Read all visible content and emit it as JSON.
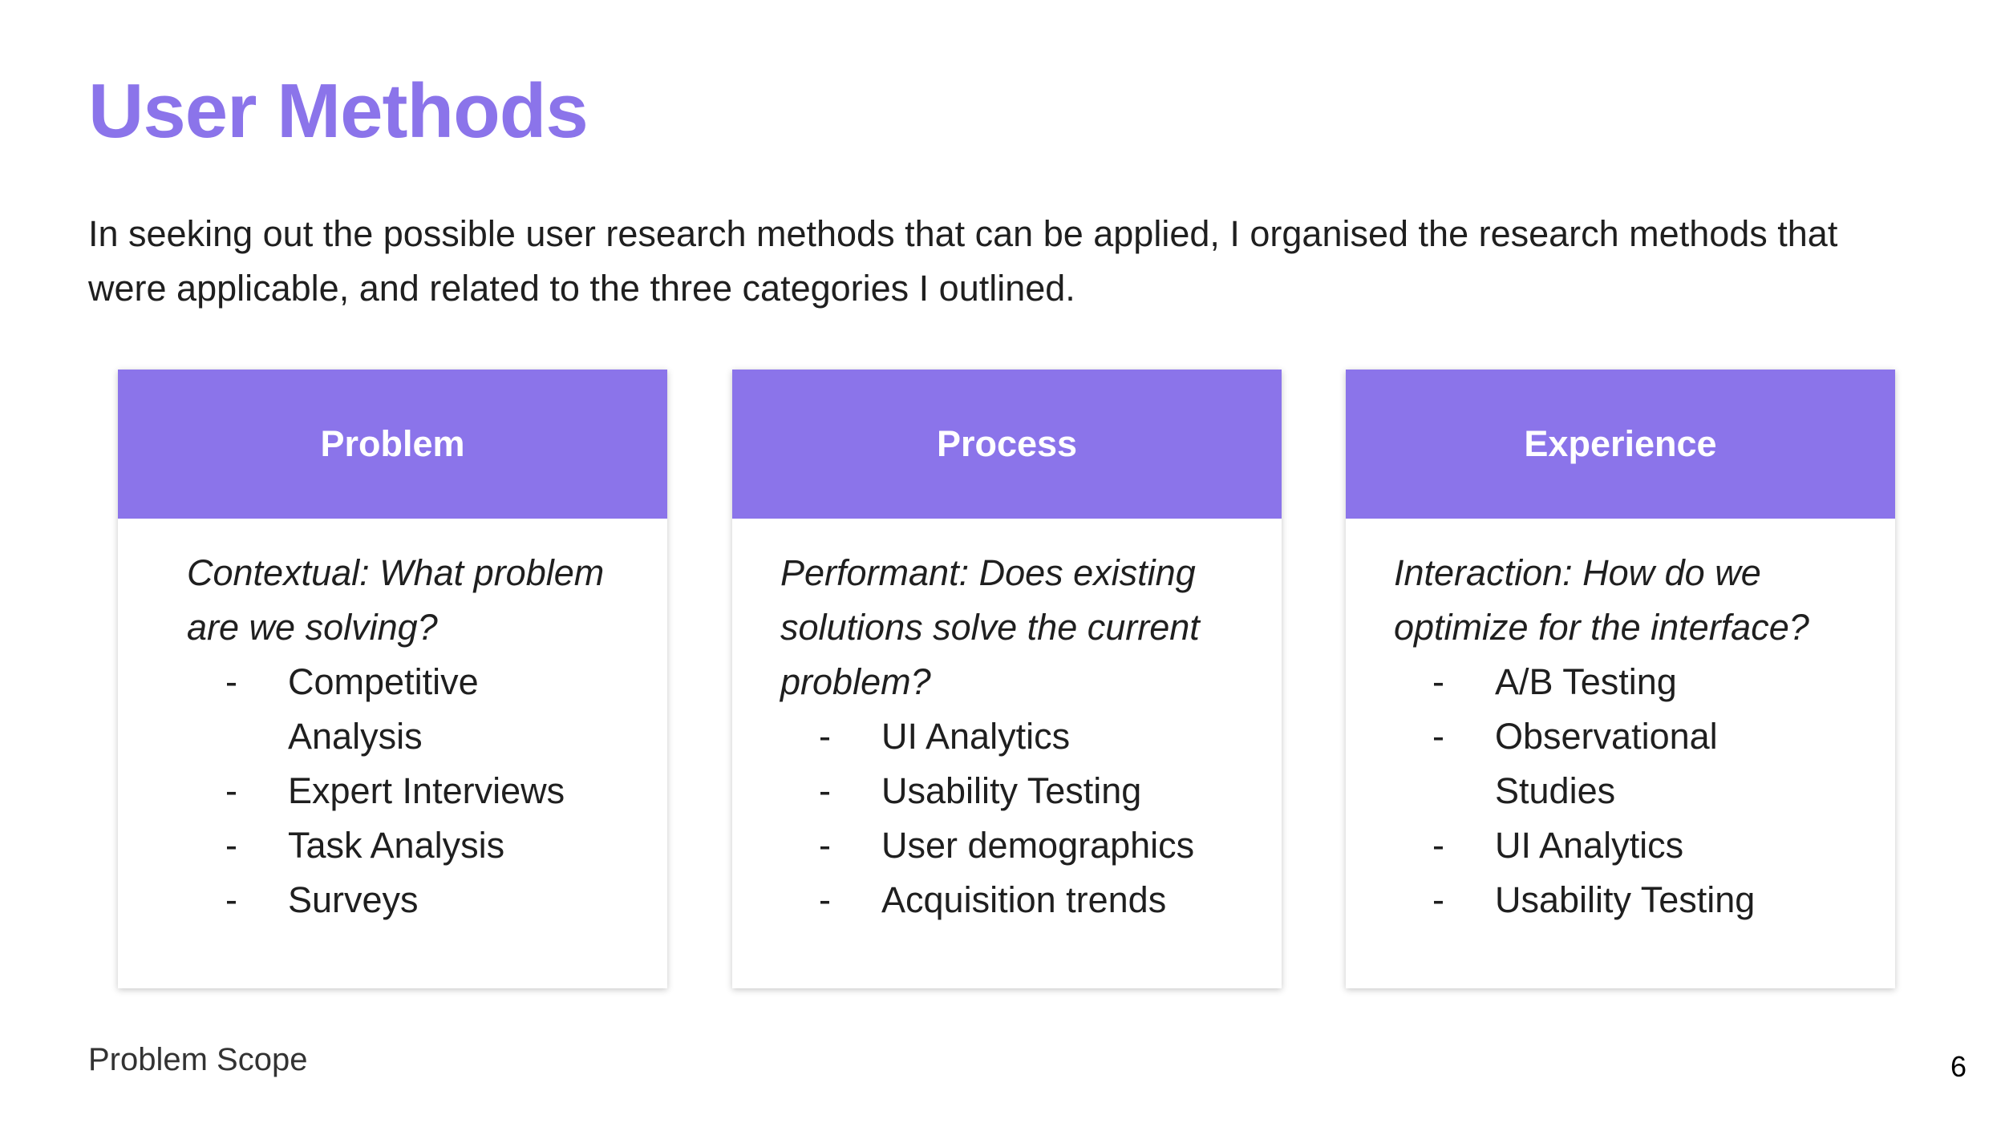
{
  "slide": {
    "title": "User Methods",
    "intro": "In seeking out the possible user research methods that can be applied, I organised the research methods that were applicable, and related to the three categories I outlined.",
    "dash": "-"
  },
  "cards": [
    {
      "heading": "Problem",
      "question": "Contextual: What problem are we solving?",
      "methods": [
        "Competitive Analysis",
        "Expert Interviews",
        "Task Analysis",
        "Surveys"
      ]
    },
    {
      "heading": "Process",
      "question": "Performant: Does existing solutions solve the current problem?",
      "methods": [
        "UI Analytics",
        "Usability Testing",
        "User demographics",
        "Acquisition trends"
      ]
    },
    {
      "heading": "Experience",
      "question": "Interaction: How do we optimize for the interface?",
      "methods": [
        "A/B Testing",
        "Observational Studies",
        "UI Analytics",
        "Usability Testing"
      ]
    }
  ],
  "footer": {
    "label": "Problem Scope",
    "page_number": "6"
  },
  "colors": {
    "accent": "#8b74ea",
    "text": "#1f1f1f"
  }
}
